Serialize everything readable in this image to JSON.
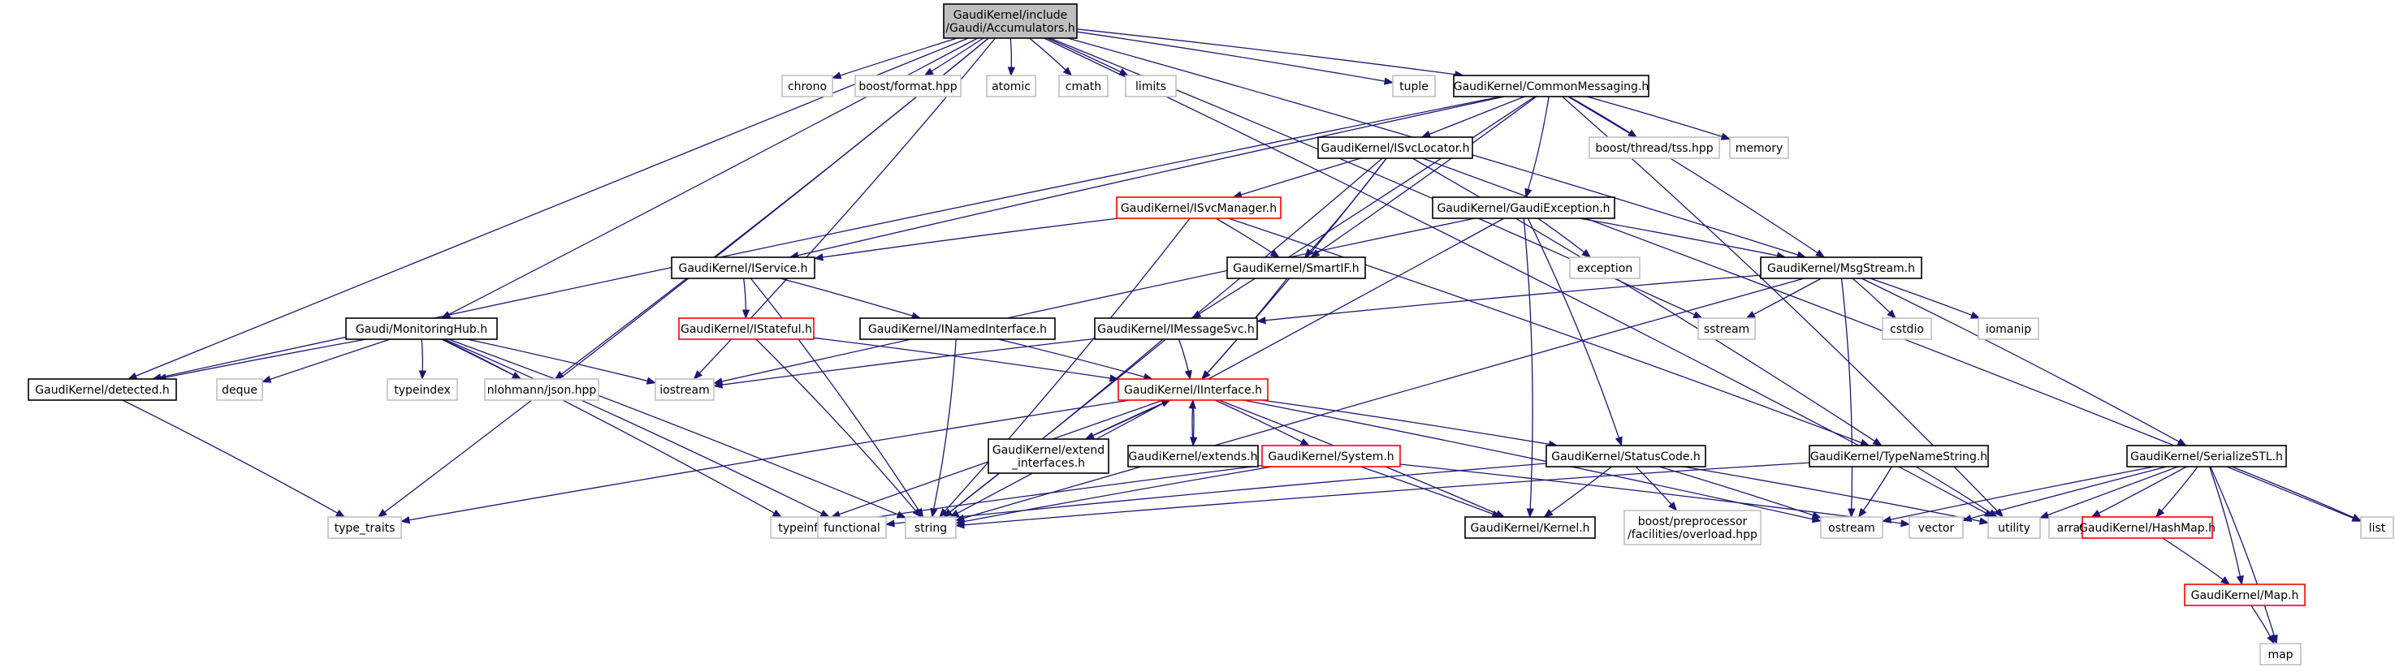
{
  "colors": {
    "edge": "#191970",
    "root_fill": "#bfbfbf",
    "root_border": "#000000",
    "documented_border": "#000000",
    "external_border": "#bfbfbf",
    "incomplete_border": "#ff0000",
    "text": "#000000"
  },
  "nodes": [
    {
      "id": "root",
      "lines": [
        "GaudiKernel/include",
        "/Gaudi/Accumulators.h"
      ],
      "kind": "root"
    },
    {
      "id": "chrono",
      "lines": [
        "chrono"
      ],
      "kind": "external"
    },
    {
      "id": "bformat",
      "lines": [
        "boost/format.hpp"
      ],
      "kind": "external"
    },
    {
      "id": "atomic",
      "lines": [
        "atomic"
      ],
      "kind": "external"
    },
    {
      "id": "cmath",
      "lines": [
        "cmath"
      ],
      "kind": "external"
    },
    {
      "id": "limits",
      "lines": [
        "limits"
      ],
      "kind": "external"
    },
    {
      "id": "tuple",
      "lines": [
        "tuple"
      ],
      "kind": "external"
    },
    {
      "id": "cmsg",
      "lines": [
        "GaudiKernel/CommonMessaging.h"
      ],
      "kind": "documented"
    },
    {
      "id": "btss",
      "lines": [
        "boost/thread/tss.hpp"
      ],
      "kind": "external"
    },
    {
      "id": "memory",
      "lines": [
        "memory"
      ],
      "kind": "external"
    },
    {
      "id": "isvcloc",
      "lines": [
        "GaudiKernel/ISvcLocator.h"
      ],
      "kind": "documented"
    },
    {
      "id": "isvcmgr",
      "lines": [
        "GaudiKernel/ISvcManager.h"
      ],
      "kind": "incomplete"
    },
    {
      "id": "gexc",
      "lines": [
        "GaudiKernel/GaudiException.h"
      ],
      "kind": "documented"
    },
    {
      "id": "exception",
      "lines": [
        "exception"
      ],
      "kind": "external"
    },
    {
      "id": "iservice",
      "lines": [
        "GaudiKernel/IService.h"
      ],
      "kind": "documented"
    },
    {
      "id": "smartif",
      "lines": [
        "GaudiKernel/SmartIF.h"
      ],
      "kind": "documented"
    },
    {
      "id": "msgstream",
      "lines": [
        "GaudiKernel/MsgStream.h"
      ],
      "kind": "documented"
    },
    {
      "id": "monhub",
      "lines": [
        "Gaudi/MonitoringHub.h"
      ],
      "kind": "documented"
    },
    {
      "id": "istateful",
      "lines": [
        "GaudiKernel/IStateful.h"
      ],
      "kind": "incomplete"
    },
    {
      "id": "inamed",
      "lines": [
        "GaudiKernel/INamedInterface.h"
      ],
      "kind": "documented"
    },
    {
      "id": "imsgsvc",
      "lines": [
        "GaudiKernel/IMessageSvc.h"
      ],
      "kind": "documented"
    },
    {
      "id": "sstream",
      "lines": [
        "sstream"
      ],
      "kind": "external"
    },
    {
      "id": "cstdio",
      "lines": [
        "cstdio"
      ],
      "kind": "external"
    },
    {
      "id": "iomanip",
      "lines": [
        "iomanip"
      ],
      "kind": "external"
    },
    {
      "id": "detected",
      "lines": [
        "GaudiKernel/detected.h"
      ],
      "kind": "documented"
    },
    {
      "id": "deque",
      "lines": [
        "deque"
      ],
      "kind": "external"
    },
    {
      "id": "typeindex",
      "lines": [
        "typeindex"
      ],
      "kind": "external"
    },
    {
      "id": "json",
      "lines": [
        "nlohmann/json.hpp"
      ],
      "kind": "external"
    },
    {
      "id": "iostream",
      "lines": [
        "iostream"
      ],
      "kind": "external"
    },
    {
      "id": "iinterface",
      "lines": [
        "GaudiKernel/IInterface.h"
      ],
      "kind": "incomplete"
    },
    {
      "id": "extiface",
      "lines": [
        "GaudiKernel/extend",
        "_interfaces.h"
      ],
      "kind": "documented"
    },
    {
      "id": "extends",
      "lines": [
        "GaudiKernel/extends.h"
      ],
      "kind": "documented"
    },
    {
      "id": "system",
      "lines": [
        "GaudiKernel/System.h"
      ],
      "kind": "incomplete"
    },
    {
      "id": "statuscode",
      "lines": [
        "GaudiKernel/StatusCode.h"
      ],
      "kind": "documented"
    },
    {
      "id": "typenamestr",
      "lines": [
        "GaudiKernel/TypeNameString.h"
      ],
      "kind": "documented"
    },
    {
      "id": "serstl",
      "lines": [
        "GaudiKernel/SerializeSTL.h"
      ],
      "kind": "documented"
    },
    {
      "id": "type_traits",
      "lines": [
        "type_traits"
      ],
      "kind": "external"
    },
    {
      "id": "typeinfo",
      "lines": [
        "typeinfo"
      ],
      "kind": "external"
    },
    {
      "id": "functional",
      "lines": [
        "functional"
      ],
      "kind": "external"
    },
    {
      "id": "string",
      "lines": [
        "string"
      ],
      "kind": "external"
    },
    {
      "id": "kernel",
      "lines": [
        "GaudiKernel/Kernel.h"
      ],
      "kind": "documented"
    },
    {
      "id": "bpp",
      "lines": [
        "boost/preprocessor",
        "/facilities/overload.hpp"
      ],
      "kind": "external"
    },
    {
      "id": "ostream",
      "lines": [
        "ostream"
      ],
      "kind": "external"
    },
    {
      "id": "vector",
      "lines": [
        "vector"
      ],
      "kind": "external"
    },
    {
      "id": "utility",
      "lines": [
        "utility"
      ],
      "kind": "external"
    },
    {
      "id": "array",
      "lines": [
        "array"
      ],
      "kind": "external"
    },
    {
      "id": "hashmap",
      "lines": [
        "GaudiKernel/HashMap.h"
      ],
      "kind": "incomplete"
    },
    {
      "id": "list",
      "lines": [
        "list"
      ],
      "kind": "external"
    },
    {
      "id": "mapnode",
      "lines": [
        "GaudiKernel/Map.h"
      ],
      "kind": "incomplete"
    },
    {
      "id": "map",
      "lines": [
        "map"
      ],
      "kind": "external"
    }
  ],
  "edges": [
    [
      "root",
      "chrono"
    ],
    [
      "root",
      "bformat"
    ],
    [
      "root",
      "atomic"
    ],
    [
      "root",
      "cmath"
    ],
    [
      "root",
      "limits"
    ],
    [
      "root",
      "tuple"
    ],
    [
      "root",
      "cmsg"
    ],
    [
      "root",
      "msgstream"
    ],
    [
      "root",
      "utility"
    ],
    [
      "root",
      "sstream"
    ],
    [
      "root",
      "detected"
    ],
    [
      "root",
      "monhub"
    ],
    [
      "root",
      "json"
    ],
    [
      "root",
      "iostream"
    ],
    [
      "root",
      "type_traits"
    ],
    [
      "cmsg",
      "btss"
    ],
    [
      "cmsg",
      "memory"
    ],
    [
      "cmsg",
      "isvcloc"
    ],
    [
      "cmsg",
      "gexc"
    ],
    [
      "cmsg",
      "iservice"
    ],
    [
      "cmsg",
      "smartif"
    ],
    [
      "cmsg",
      "msgstream"
    ],
    [
      "cmsg",
      "imsgsvc"
    ],
    [
      "cmsg",
      "detected"
    ],
    [
      "cmsg",
      "utility"
    ],
    [
      "isvcloc",
      "isvcmgr"
    ],
    [
      "isvcloc",
      "smartif"
    ],
    [
      "isvcloc",
      "iinterface"
    ],
    [
      "isvcloc",
      "typenamestr"
    ],
    [
      "isvcloc",
      "string"
    ],
    [
      "isvcloc",
      "list"
    ],
    [
      "isvcmgr",
      "iservice"
    ],
    [
      "isvcmgr",
      "smartif"
    ],
    [
      "isvcmgr",
      "typenamestr"
    ],
    [
      "isvcmgr",
      "string"
    ],
    [
      "gexc",
      "exception"
    ],
    [
      "gexc",
      "msgstream"
    ],
    [
      "gexc",
      "statuscode"
    ],
    [
      "gexc",
      "kernel"
    ],
    [
      "gexc",
      "string"
    ],
    [
      "gexc",
      "iostream"
    ],
    [
      "iservice",
      "istateful"
    ],
    [
      "iservice",
      "inamed"
    ],
    [
      "iservice",
      "string"
    ],
    [
      "smartif",
      "iinterface"
    ],
    [
      "msgstream",
      "imsgsvc"
    ],
    [
      "msgstream",
      "sstream"
    ],
    [
      "msgstream",
      "cstdio"
    ],
    [
      "msgstream",
      "iomanip"
    ],
    [
      "msgstream",
      "serstl"
    ],
    [
      "msgstream",
      "string"
    ],
    [
      "msgstream",
      "ostream"
    ],
    [
      "monhub",
      "detected"
    ],
    [
      "monhub",
      "deque"
    ],
    [
      "monhub",
      "typeindex"
    ],
    [
      "monhub",
      "json"
    ],
    [
      "monhub",
      "iostream"
    ],
    [
      "monhub",
      "functional"
    ],
    [
      "monhub",
      "string"
    ],
    [
      "monhub",
      "typeinfo"
    ],
    [
      "istateful",
      "iinterface"
    ],
    [
      "istateful",
      "string"
    ],
    [
      "inamed",
      "iinterface"
    ],
    [
      "inamed",
      "string"
    ],
    [
      "imsgsvc",
      "iinterface"
    ],
    [
      "imsgsvc",
      "iostream"
    ],
    [
      "imsgsvc",
      "string"
    ],
    [
      "detected",
      "type_traits"
    ],
    [
      "iinterface",
      "extiface"
    ],
    [
      "iinterface",
      "extends"
    ],
    [
      "iinterface",
      "system"
    ],
    [
      "iinterface",
      "statuscode"
    ],
    [
      "iinterface",
      "kernel"
    ],
    [
      "iinterface",
      "type_traits"
    ],
    [
      "iinterface",
      "typeinfo"
    ],
    [
      "iinterface",
      "ostream"
    ],
    [
      "extiface",
      "iinterface"
    ],
    [
      "extends",
      "iinterface"
    ],
    [
      "system",
      "kernel"
    ],
    [
      "system",
      "string"
    ],
    [
      "system",
      "typeinfo"
    ],
    [
      "system",
      "vector"
    ],
    [
      "statuscode",
      "kernel"
    ],
    [
      "statuscode",
      "bpp"
    ],
    [
      "statuscode",
      "ostream"
    ],
    [
      "statuscode",
      "utility"
    ],
    [
      "statuscode",
      "functional"
    ],
    [
      "typenamestr",
      "string"
    ],
    [
      "typenamestr",
      "ostream"
    ],
    [
      "typenamestr",
      "utility"
    ],
    [
      "serstl",
      "ostream"
    ],
    [
      "serstl",
      "vector"
    ],
    [
      "serstl",
      "utility"
    ],
    [
      "serstl",
      "array"
    ],
    [
      "serstl",
      "hashmap"
    ],
    [
      "serstl",
      "list"
    ],
    [
      "serstl",
      "mapnode"
    ],
    [
      "serstl",
      "map"
    ],
    [
      "hashmap",
      "mapnode"
    ],
    [
      "mapnode",
      "map"
    ]
  ]
}
